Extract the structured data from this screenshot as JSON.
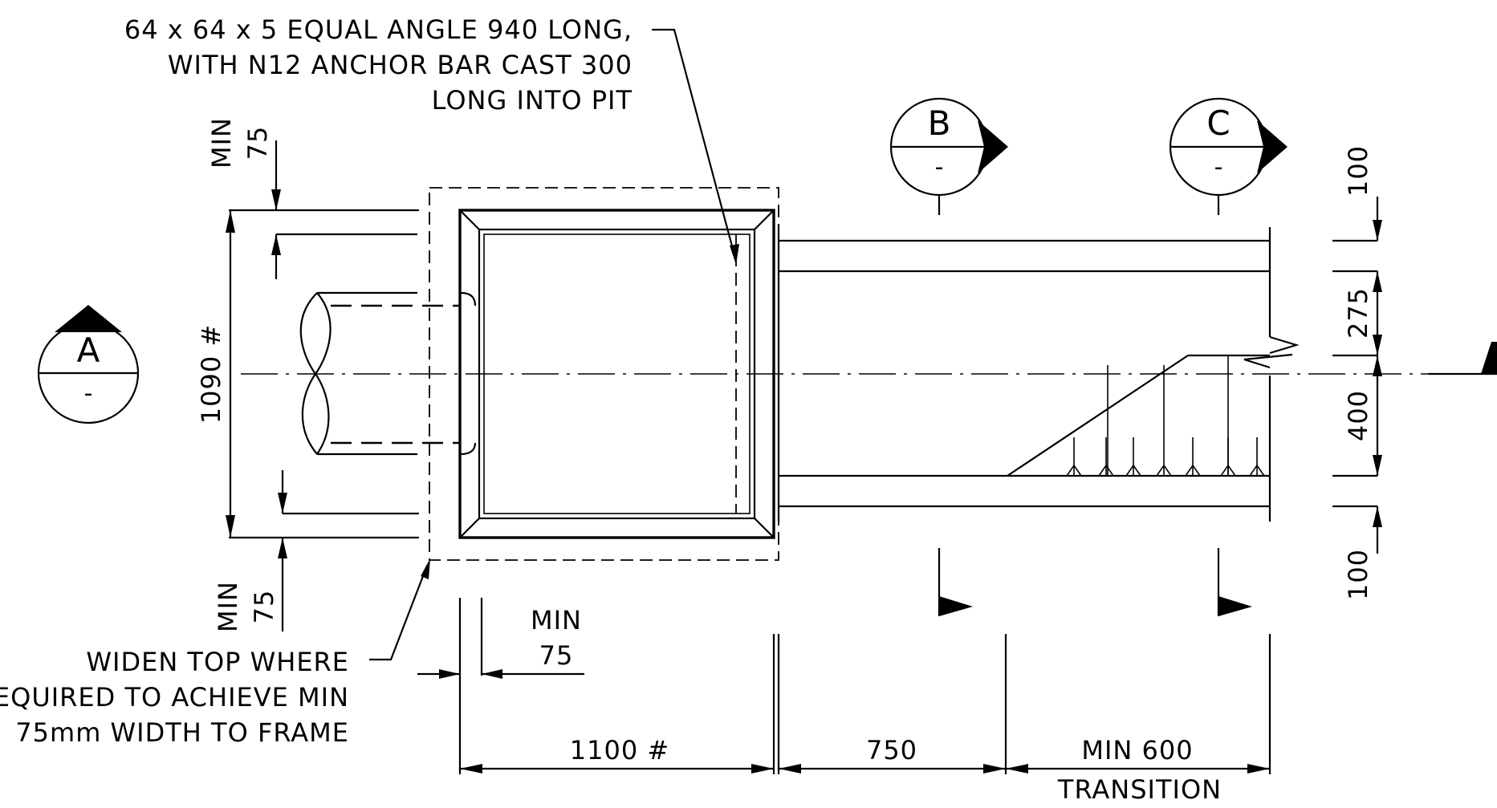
{
  "notes": {
    "angle_note": [
      "64 x 64 x 5 EQUAL ANGLE 940 LONG,",
      "WITH N12 ANCHOR BAR CAST 300",
      "LONG INTO PIT"
    ],
    "widen_note": [
      "WIDEN TOP WHERE",
      "REQUIRED TO ACHIEVE MIN",
      "75mm WIDTH TO FRAME"
    ]
  },
  "dimensions": {
    "top_min_label": "MIN",
    "top_min_value": "75",
    "bottom_min_label": "MIN",
    "bottom_min_value": "75",
    "height_total": "1090 #",
    "frame_min_label": "MIN",
    "frame_min_value": "75",
    "width_pit": "1100 #",
    "width_mid": "750",
    "width_transition_value": "MIN 600",
    "width_transition_label": "TRANSITION",
    "right_top": "100",
    "right_upper": "275",
    "right_lower": "400",
    "right_bottom": "100"
  },
  "sections": {
    "a": {
      "letter": "A",
      "sheet": "-"
    },
    "b": {
      "letter": "B",
      "sheet": "-"
    },
    "c": {
      "letter": "C",
      "sheet": "-"
    }
  }
}
